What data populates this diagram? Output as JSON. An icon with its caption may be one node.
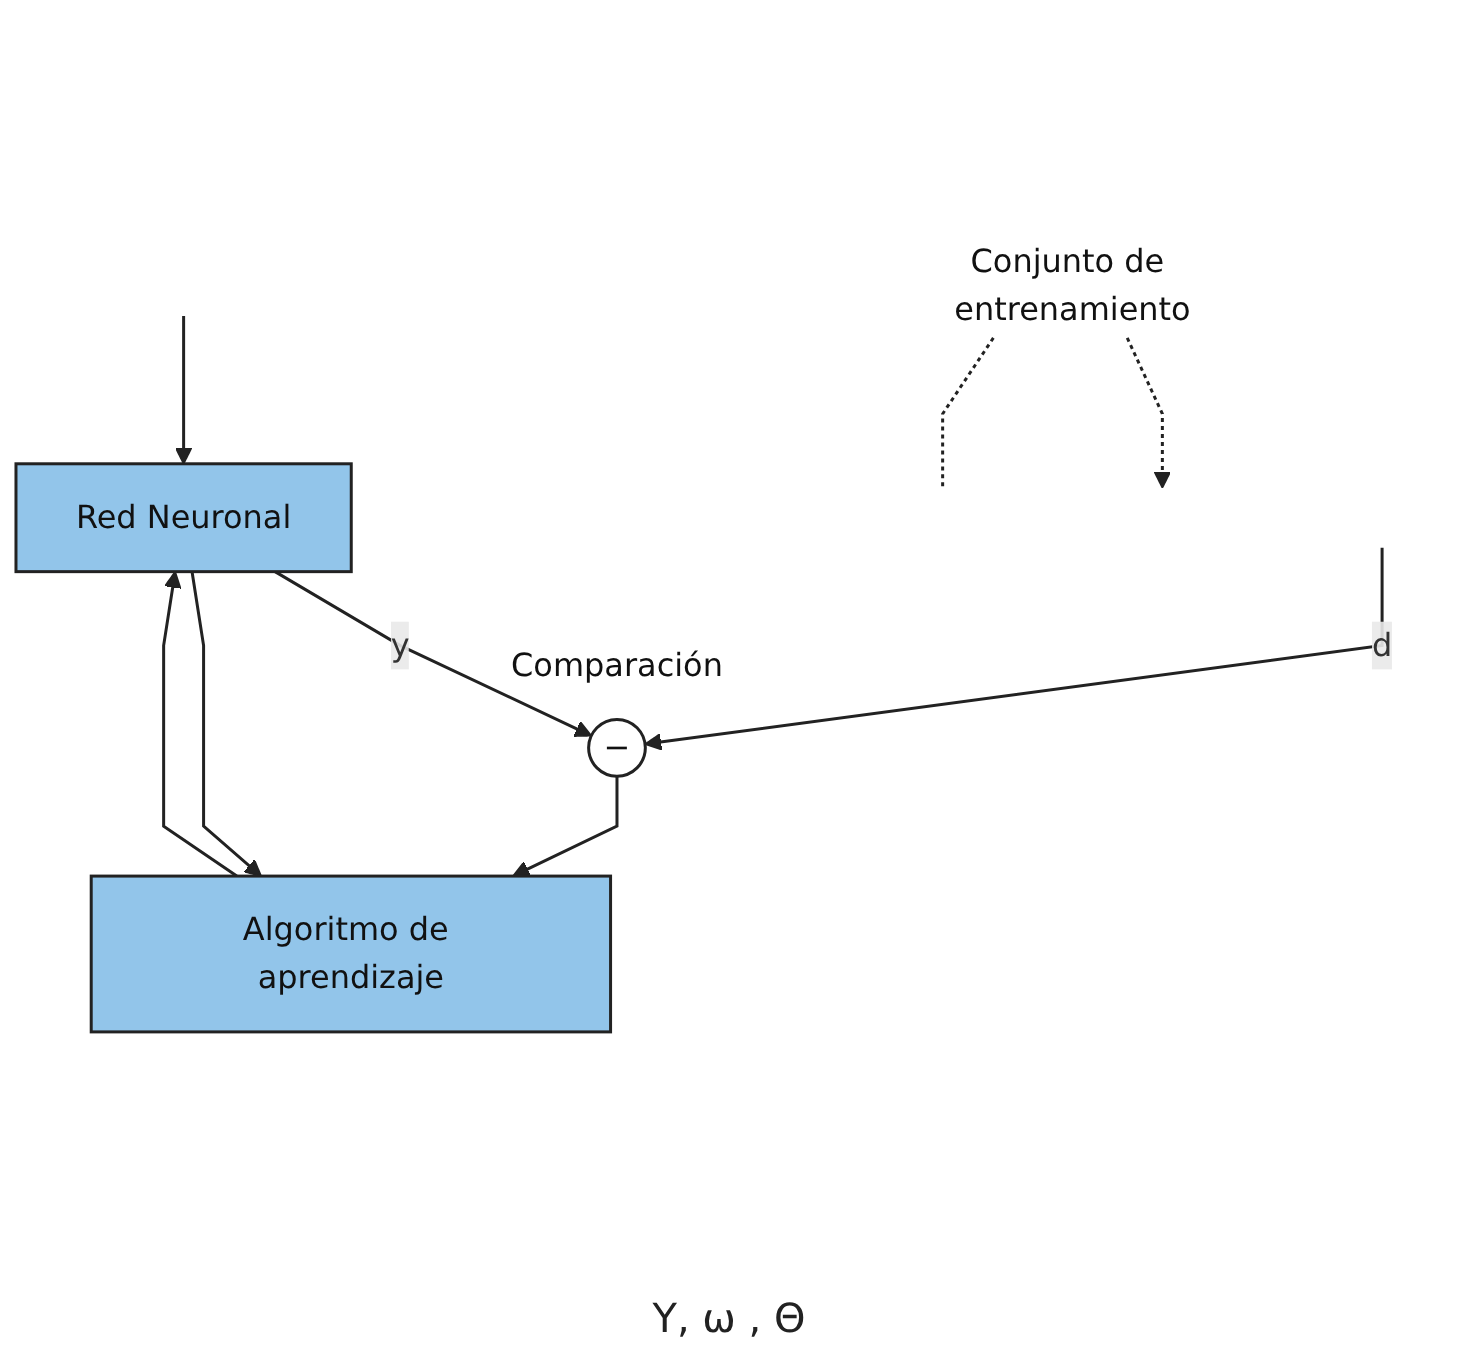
{
  "diagram": {
    "nodes": [
      {
        "text": [
          "Conjunto de entrenamiento"
        ]
      },
      {
        "text": [
          "Red Neuronal"
        ]
      },
      {
        "text": [
          "−"
        ],
        "beside": [
          "Comparación"
        ]
      },
      {
        "text": [
          "Algoritmo de aprendizaje"
        ]
      }
    ],
    "edges": [
      {
        "from": 0,
        "to": null,
        "arrow": "to",
        "style": "dashed"
      },
      {
        "from": 0,
        "to": null,
        "arrow": "none",
        "style": "dashed"
      },
      {
        "from": null,
        "to": 1,
        "arrow": "to"
      },
      {
        "from": 1,
        "to": 2,
        "label": "y",
        "arrow": "to"
      },
      {
        "from": null,
        "to": 2,
        "label": "d",
        "arrow": "to"
      },
      {
        "from": 2,
        "to": 3,
        "arrow": "to"
      },
      {
        "from": 1,
        "to": 3,
        "arrow": "to"
      },
      {
        "from": 3,
        "to": 1,
        "arrow": "to"
      }
    ],
    "labels": [
      "Y, ω , Θ"
    ]
  }
}
